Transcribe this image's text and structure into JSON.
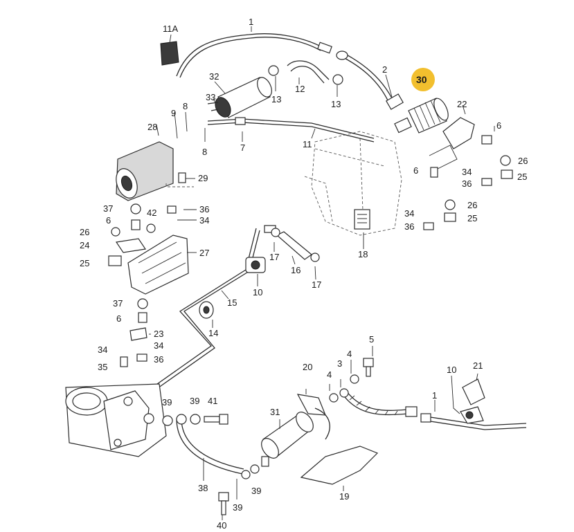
{
  "labels": {
    "p1a": "1",
    "p1b": "1",
    "p2": "2",
    "p3": "3",
    "p4a": "4",
    "p4b": "4",
    "p5": "5",
    "p6a": "6",
    "p6b": "6",
    "p6c": "6",
    "p6d": "6",
    "p7": "7",
    "p8a": "8",
    "p8b": "8",
    "p9": "9",
    "p10a": "10",
    "p10b": "10",
    "p11": "11",
    "p11A": "11A",
    "p12": "12",
    "p13a": "13",
    "p13b": "13",
    "p14": "14",
    "p15": "15",
    "p16": "16",
    "p17a": "17",
    "p17b": "17",
    "p18": "18",
    "p19": "19",
    "p20": "20",
    "p21": "21",
    "p22": "22",
    "p23": "23",
    "p24": "24",
    "p25a": "25",
    "p25b": "25",
    "p25c": "25",
    "p26a": "26",
    "p26b": "26",
    "p26c": "26",
    "p27": "27",
    "p28": "28",
    "p29": "29",
    "p30": "30",
    "p31": "31",
    "p32": "32",
    "p33": "33",
    "p34a": "34",
    "p34b": "34",
    "p34c": "34",
    "p34d": "34",
    "p34e": "34",
    "p35": "35",
    "p36a": "36",
    "p36b": "36",
    "p36c": "36",
    "p36d": "36",
    "p37a": "37",
    "p37b": "37",
    "p38": "38",
    "p39a": "39",
    "p39b": "39",
    "p39c": "39",
    "p39d": "39",
    "p40": "40",
    "p41": "41",
    "p42": "42"
  },
  "highlight": {
    "part": "30",
    "color": "#f2bf2e"
  }
}
